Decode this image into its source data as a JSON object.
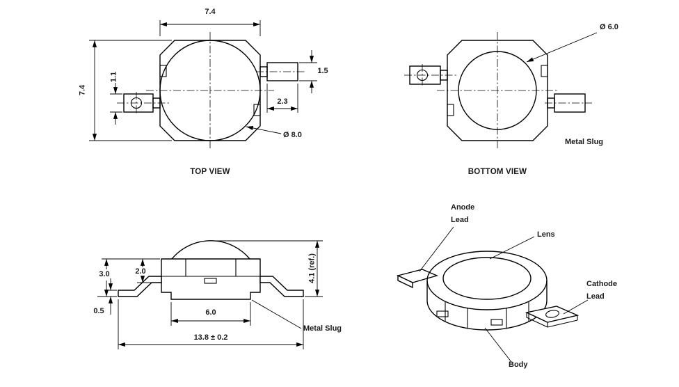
{
  "page": {
    "background": "#ffffff",
    "line_color": "#000000",
    "text_color": "#1a1a1a"
  },
  "views": {
    "top": {
      "title": "TOP VIEW",
      "dim_width": "7.4",
      "dim_height": "7.4",
      "dim_lead_offset": "1.1",
      "dim_lead_width": "1.5",
      "dim_lead_length": "2.3",
      "dim_lens_flange": "Ø 8.0"
    },
    "bottom": {
      "title": "BOTTOM VIEW",
      "dim_slug_diameter": "Ø 6.0",
      "label_metal_slug": "Metal Slug"
    },
    "side": {
      "dim_body_height": "3.0",
      "dim_flange_height": "2.0",
      "dim_lead_thickness": "0.5",
      "dim_slug_width": "6.0",
      "dim_overall_width": "13.8 ± 0.2",
      "dim_overall_height": "4.1 (ref.)",
      "label_metal_slug": "Metal Slug"
    },
    "iso": {
      "label_anode_1": "Anode",
      "label_anode_2": "Lead",
      "label_lens": "Lens",
      "label_cathode_1": "Cathode",
      "label_cathode_2": "Lead",
      "label_body": "Body"
    }
  }
}
